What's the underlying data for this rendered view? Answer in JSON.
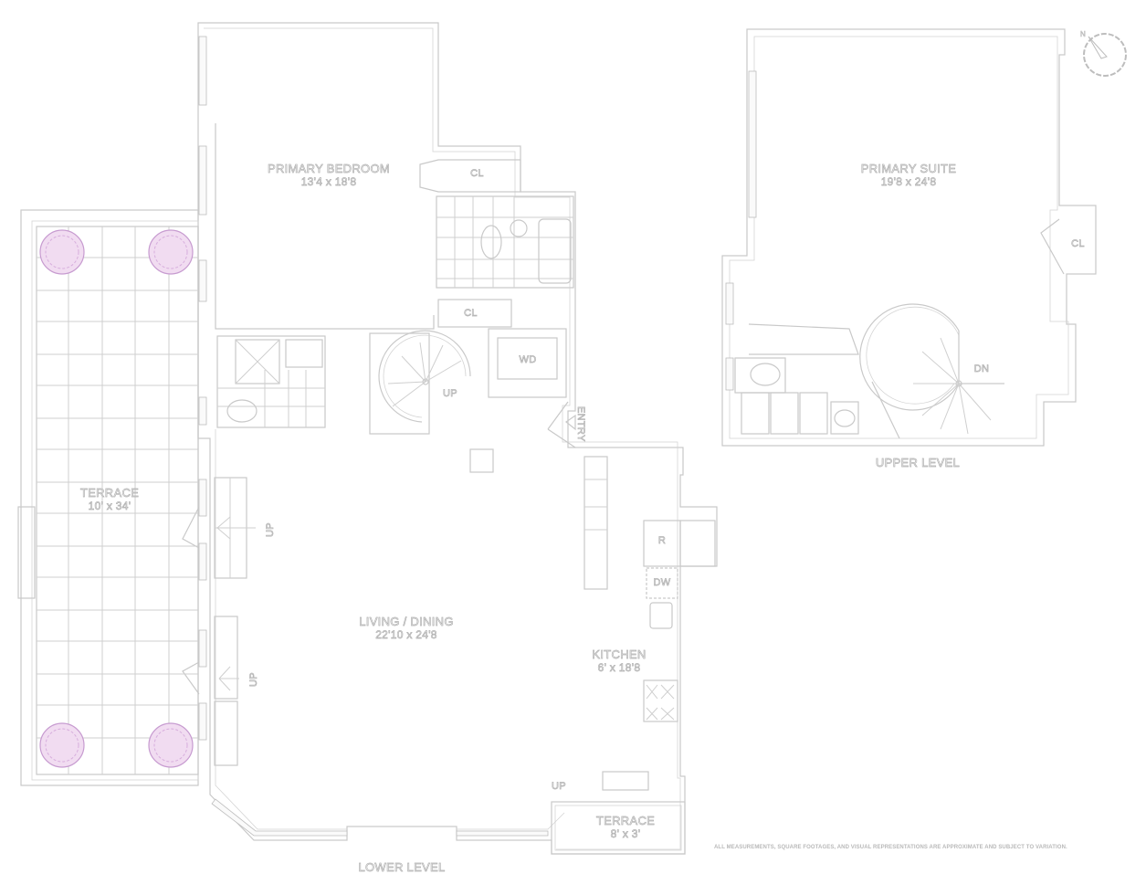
{
  "plan": {
    "levels": {
      "lower": {
        "label": "LOWER LEVEL"
      },
      "upper": {
        "label": "UPPER LEVEL"
      }
    },
    "rooms": [
      {
        "id": "primary-bedroom",
        "name": "PRIMARY BEDROOM",
        "dimensions": "13'4 x 18'8",
        "level": "lower"
      },
      {
        "id": "terrace-main",
        "name": "TERRACE",
        "dimensions": "10' x 34'",
        "level": "lower"
      },
      {
        "id": "living-dining",
        "name": "LIVING / DINING",
        "dimensions": "22'10 x 24'8",
        "level": "lower"
      },
      {
        "id": "kitchen",
        "name": "KITCHEN",
        "dimensions": "6' x 18'8",
        "level": "lower"
      },
      {
        "id": "terrace-small",
        "name": "TERRACE",
        "dimensions": "8' x 3'",
        "level": "lower"
      },
      {
        "id": "primary-suite",
        "name": "PRIMARY SUITE",
        "dimensions": "19'8 x 24'8",
        "level": "upper"
      }
    ],
    "fixtures": {
      "closet_bedroom": "CL",
      "closet_hall": "CL",
      "closet_suite": "CL",
      "washer_dryer": "WD",
      "refrigerator": "R",
      "dishwasher": "DW",
      "entry": "ENTRY",
      "stair_up": "UP",
      "stair_down": "DN",
      "terrace_step_up_1": "UP",
      "terrace_step_up_2": "UP",
      "terrace_step_up_3": "UP"
    },
    "compass": {
      "icon": "north-arrow-compass-icon"
    },
    "disclaimer": "ALL MEASUREMENTS, SQUARE FOOTAGES, AND VISUAL REPRESENTATIONS ARE APPROXIMATE AND SUBJECT TO VARIATION.",
    "colors": {
      "walls": "#c9c9c9",
      "planters": "#f1dcf1",
      "planter_outline": "#c79bd0",
      "background": "#ffffff"
    }
  }
}
